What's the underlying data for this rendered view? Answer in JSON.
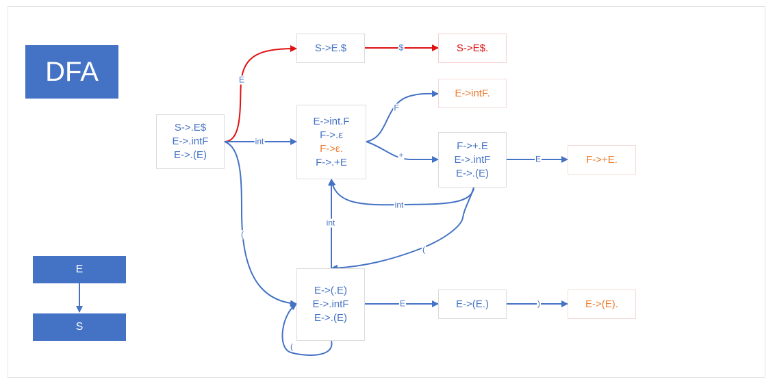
{
  "title": "DFA",
  "legend": {
    "top": "E",
    "bottom": "S"
  },
  "states": {
    "start": [
      "S->.E$",
      "E->.intF",
      "E->.(E)"
    ],
    "s_e": [
      "S->E.$"
    ],
    "s_accept": [
      "S->E$."
    ],
    "int_state": [
      "E->int.F",
      "F->.ε",
      "F->ε.",
      "F->.+E"
    ],
    "intf": [
      "E->intF."
    ],
    "plus_state": [
      "F->+.E",
      "E->.intF",
      "E->.(E)"
    ],
    "plus_e": [
      "F->+E."
    ],
    "paren_state": [
      "E->(.E)",
      "E->.intF",
      "E->.(E)"
    ],
    "paren_e": [
      "E->(E.)"
    ],
    "paren_close": [
      "E->(E)."
    ]
  },
  "edge_labels": {
    "start_to_se": "E",
    "se_to_accept": "$",
    "start_to_int": "int",
    "int_to_intf": "F",
    "int_to_plus": "+",
    "plus_to_pluse": "E",
    "plus_to_int": "int",
    "paren_to_int": "int",
    "plus_to_paren": "(",
    "start_to_paren": "(",
    "paren_self": "(",
    "paren_to_parene": "E",
    "parene_to_close": ")"
  },
  "colors": {
    "blue": "#4472c4",
    "red": "#e01010",
    "orange": "#ed7d31"
  }
}
